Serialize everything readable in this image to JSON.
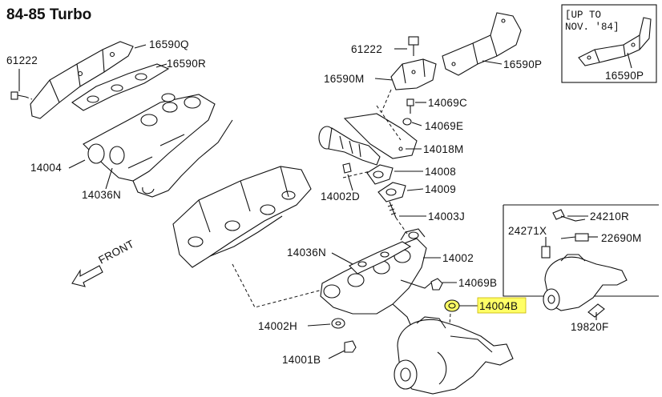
{
  "title": "84-85 Turbo",
  "inset_note": {
    "line1": "[UP TO",
    "line2": "NOV. '84]"
  },
  "front_label": "FRONT",
  "highlight_color": "#ffff66",
  "labels": {
    "p61222_left": "61222",
    "p16590Q": "16590Q",
    "p16590R": "16590R",
    "p14004": "14004",
    "p14036N_left": "14036N",
    "p61222_mid": "61222",
    "p16590M": "16590M",
    "p16590P": "16590P",
    "p16590P_inset": "16590P",
    "p14069C": "14069C",
    "p14069E": "14069E",
    "p14018M": "14018M",
    "p14008": "14008",
    "p14009": "14009",
    "p14002D": "14002D",
    "p14003J": "14003J",
    "p14036N_mid": "14036N",
    "p14002": "14002",
    "p14069B": "14069B",
    "p14004B": "14004B",
    "p14002H": "14002H",
    "p14001B": "14001B",
    "p24210R": "24210R",
    "p24271X": "24271X",
    "p22690M": "22690M",
    "p19820F": "19820F"
  }
}
